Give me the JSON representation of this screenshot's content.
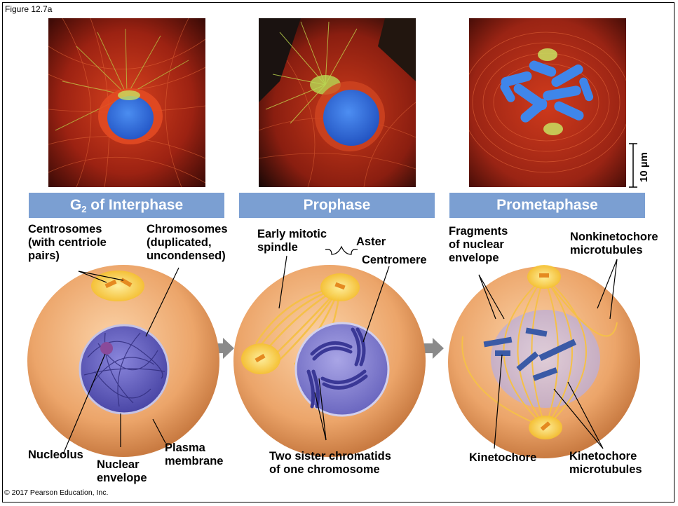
{
  "figure_label": "Figure 12.7a",
  "copyright": "© 2017 Pearson Education, Inc.",
  "scale_bar": "10 µm",
  "phases": {
    "g2": {
      "main": "G",
      "sub": "2",
      "rest": " of Interphase"
    },
    "prophase": "Prophase",
    "prometaphase": "Prometaphase"
  },
  "labels": {
    "centrosomes": "Centrosomes\n(with centriole\npairs)",
    "chromosomes": "Chromosomes\n(duplicated,\nuncondensed)",
    "nucleolus": "Nucleolus",
    "nuclear_envelope": "Nuclear\nenvelope",
    "plasma_membrane": "Plasma\nmembrane",
    "early_spindle": "Early mitotic\nspindle",
    "aster": "Aster",
    "centromere": "Centromere",
    "sister_chromatids": "Two sister chromatids\nof one chromosome",
    "fragments": "Fragments\nof nuclear\nenvelope",
    "nonkinetochore": "Nonkinetochore\nmicrotubules",
    "kinetochore": "Kinetochore",
    "kinetochore_mt": "Kinetochore\nmicrotubules"
  },
  "colors": {
    "phase_bar": "#7b9fd2",
    "cell": "#e9a46a",
    "nucleus": "#6a66c2",
    "microtubule": "#f2b233",
    "micrograph_red": "#c0301c",
    "micrograph_blue": "#3a78e0"
  }
}
